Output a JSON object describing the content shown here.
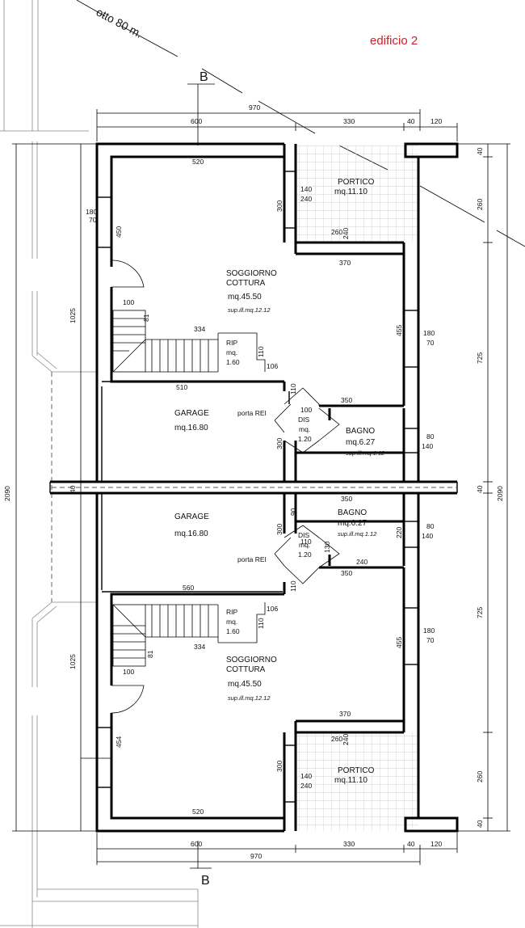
{
  "title": "edificio 2",
  "title_color": "#d0202a",
  "section_label": "B",
  "top_note": "otto    80  m.",
  "dims": {
    "overall_width": "970",
    "w600": "600",
    "w330": "330",
    "w40": "40",
    "w120": "120",
    "w520": "520",
    "w510": "510",
    "w560": "560",
    "w370": "370",
    "w350": "350",
    "w334": "334",
    "w106": "106",
    "w110": "110",
    "w100": "100",
    "w81": "81",
    "w140": "140",
    "w240": "240",
    "w260": "260",
    "w300": "300",
    "w180": "180",
    "w70": "70",
    "w450": "450",
    "w454": "454",
    "w455": "455",
    "w1025": "1025",
    "w2090": "2090",
    "w725": "725",
    "w80": "80",
    "w220": "220",
    "w90": "90",
    "w130": "130"
  },
  "units": [
    {
      "portico": {
        "name": "PORTICO",
        "area": "mq.11.10"
      },
      "living": {
        "line1": "SOGGIORNO",
        "line2": "COTTURA",
        "area": "mq.45.50",
        "sup": "sup.ill.mq.12.12"
      },
      "rip": {
        "name": "RIP",
        "mq": "mq.",
        "area": "1.60"
      },
      "garage": {
        "name": "GARAGE",
        "area": "mq.16.80",
        "door": "porta  REI"
      },
      "dis": {
        "name": "DIS",
        "mq": "mq.",
        "area": "1.20"
      },
      "bagno": {
        "name": "BAGNO",
        "area": "mq.6.27",
        "sup": "sup.ill.mq.1.12"
      }
    },
    {
      "portico": {
        "name": "PORTICO",
        "area": "mq.11.10"
      },
      "living": {
        "line1": "SOGGIORNO",
        "line2": "COTTURA",
        "area": "mq.45.50",
        "sup": "sup.ill.mq.12.12"
      },
      "rip": {
        "name": "RIP",
        "mq": "mq.",
        "area": "1.60"
      },
      "garage": {
        "name": "GARAGE",
        "area": "mq.16.80",
        "door": "porta  REI"
      },
      "dis": {
        "name": "DIS",
        "mq": "mq.",
        "area": "1.20"
      },
      "bagno": {
        "name": "BAGNO",
        "area": "mq.6.27",
        "sup": "sup.ill.mq.1.12"
      }
    }
  ]
}
